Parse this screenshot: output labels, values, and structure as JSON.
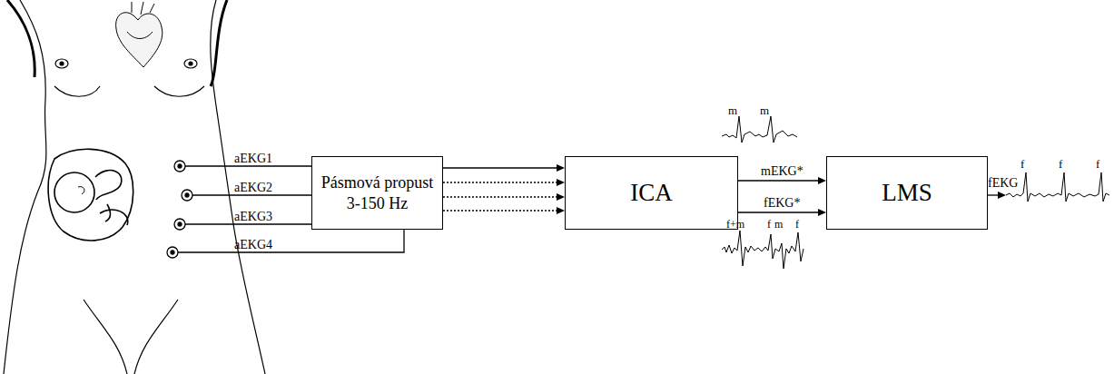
{
  "diagram": {
    "nodes": [
      {
        "text": [
          "Pásmová propust 3-150 Hz"
        ]
      },
      {
        "text": [
          "ICA"
        ]
      },
      {
        "text": [
          "LMS"
        ]
      }
    ],
    "edges": [
      {
        "from": 0,
        "to": 1,
        "arrow": "to"
      },
      {
        "from": 0,
        "to": 1,
        "arrow": "to"
      },
      {
        "from": 0,
        "to": 1,
        "arrow": "to"
      },
      {
        "from": 0,
        "to": 1,
        "arrow": "to"
      },
      {
        "from": 1,
        "to": 2,
        "label": "mEKG*",
        "arrow": "to"
      },
      {
        "from": 1,
        "to": 2,
        "label": "fEKG*",
        "arrow": "to"
      }
    ],
    "labels": [
      "aEKG1",
      "aEKG2",
      "aEKG3",
      "aEKG4",
      "m",
      "m",
      "f+m",
      "f",
      "m",
      "f",
      "fEKG",
      "f",
      "f",
      "f"
    ]
  }
}
